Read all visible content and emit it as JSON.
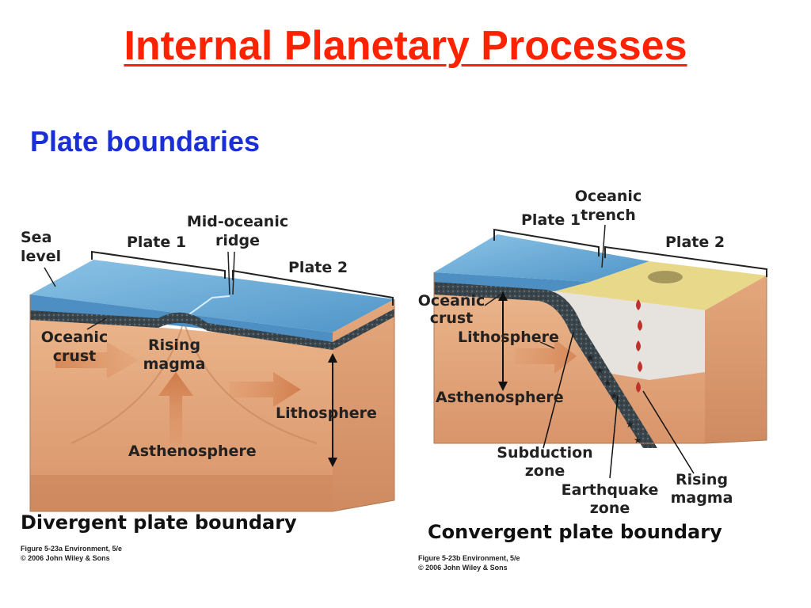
{
  "slide": {
    "title": "Internal Planetary Processes",
    "subtitle": "Plate boundaries"
  },
  "divergent": {
    "sea_level": [
      "Sea",
      "level"
    ],
    "plate1": "Plate 1",
    "ridge": [
      "Mid-oceanic",
      "ridge"
    ],
    "plate2": "Plate 2",
    "oceanic_crust": [
      "Oceanic",
      "crust"
    ],
    "rising_magma": [
      "Rising",
      "magma"
    ],
    "lithosphere": "Lithosphere",
    "asthenosphere": "Asthenosphere",
    "caption": "Divergent plate boundary",
    "figure_credit": [
      "Figure 5-23a  Environment, 5/e",
      "© 2006 John Wiley & Sons"
    ]
  },
  "convergent": {
    "trench": [
      "Oceanic",
      "trench"
    ],
    "plate1": "Plate 1",
    "plate2": "Plate 2",
    "oceanic_crust": [
      "Oceanic",
      "crust"
    ],
    "lithosphere": "Lithosphere",
    "asthenosphere": "Asthenosphere",
    "subduction_zone": [
      "Subduction",
      "zone"
    ],
    "earthquake_zone": [
      "Earthquake",
      "zone"
    ],
    "rising_magma": [
      "Rising",
      "magma"
    ],
    "caption": "Convergent plate boundary",
    "figure_credit": [
      "Figure 5-23b  Environment, 5/e",
      "© 2006 John Wiley & Sons"
    ]
  },
  "colors": {
    "title": "#ff2200",
    "subtitle": "#1a2fd6",
    "ocean": "#5b9fd0",
    "ocean_top": "#a9d4ee",
    "mantle": "#e2a579",
    "mantle_dark": "#c98a5f",
    "crust": "#2f3a40",
    "continent": "#e8d98a"
  }
}
